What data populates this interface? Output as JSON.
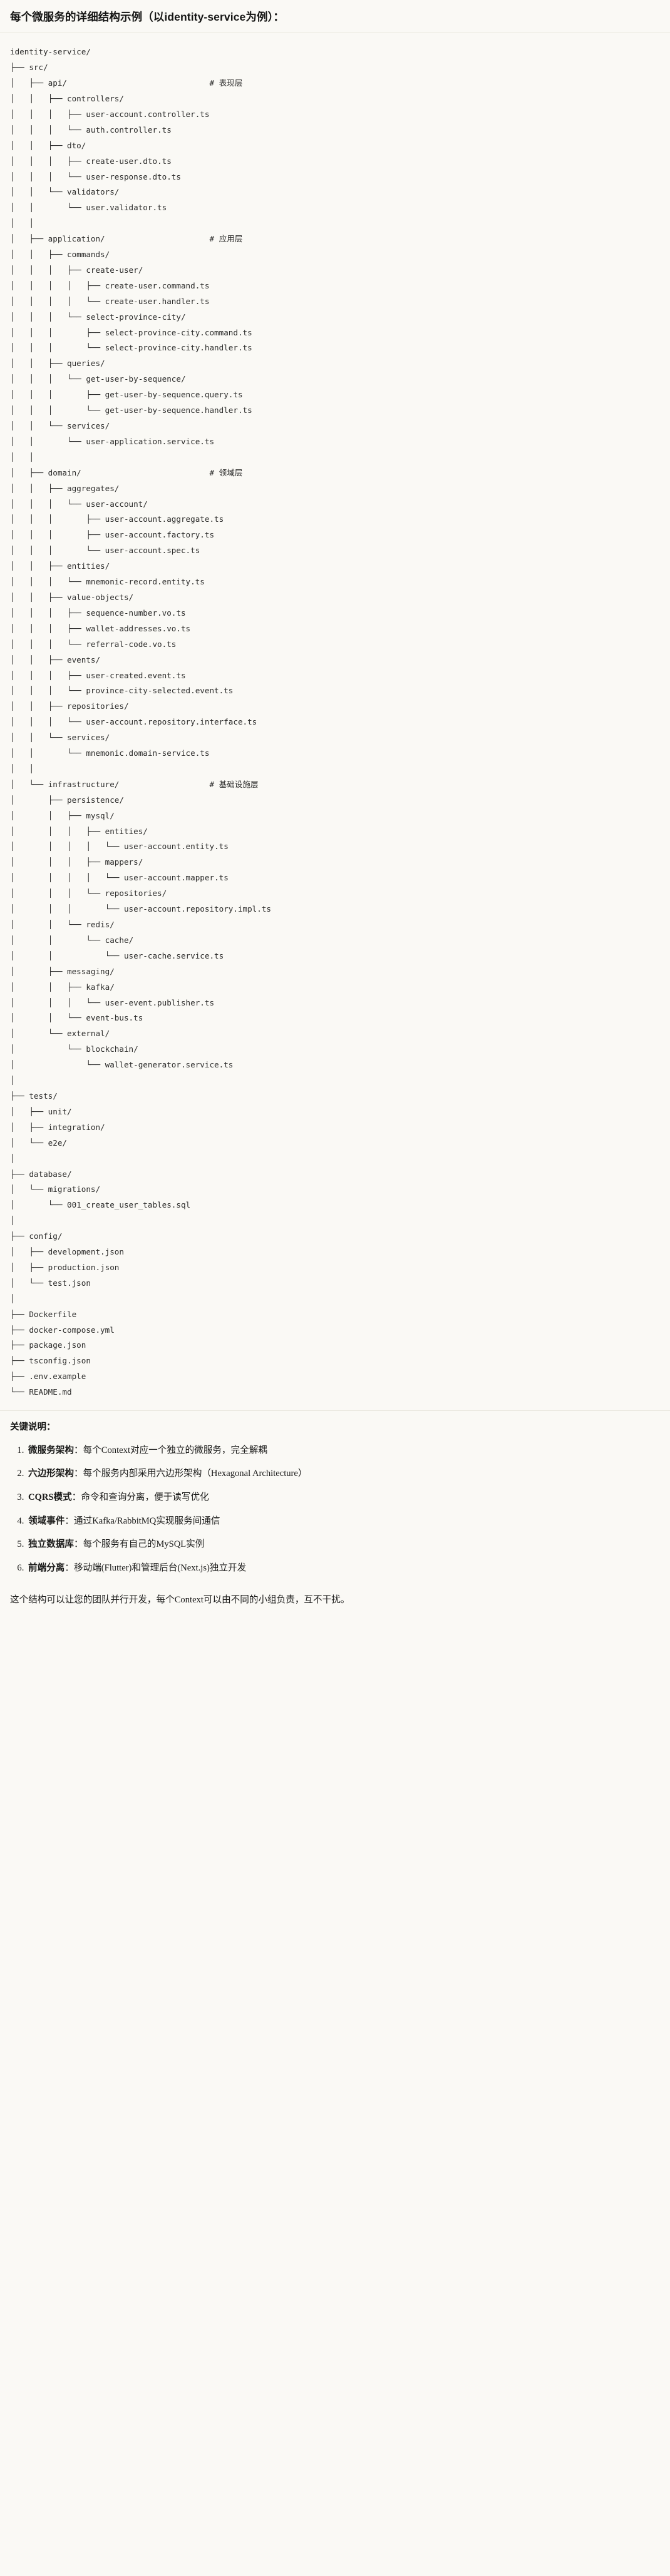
{
  "header": {
    "title": "每个微服务的详细结构示例（以identity-service为例）："
  },
  "tree": {
    "root": "identity-service/",
    "text": "identity-service/\n├── src/\n│   ├── api/                              # 表现层\n│   │   ├── controllers/\n│   │   │   ├── user-account.controller.ts\n│   │   │   └── auth.controller.ts\n│   │   ├── dto/\n│   │   │   ├── create-user.dto.ts\n│   │   │   └── user-response.dto.ts\n│   │   └── validators/\n│   │       └── user.validator.ts\n│   │\n│   ├── application/                      # 应用层\n│   │   ├── commands/\n│   │   │   ├── create-user/\n│   │   │   │   ├── create-user.command.ts\n│   │   │   │   └── create-user.handler.ts\n│   │   │   └── select-province-city/\n│   │   │       ├── select-province-city.command.ts\n│   │   │       └── select-province-city.handler.ts\n│   │   ├── queries/\n│   │   │   └── get-user-by-sequence/\n│   │   │       ├── get-user-by-sequence.query.ts\n│   │   │       └── get-user-by-sequence.handler.ts\n│   │   └── services/\n│   │       └── user-application.service.ts\n│   │\n│   ├── domain/                           # 领域层\n│   │   ├── aggregates/\n│   │   │   └── user-account/\n│   │   │       ├── user-account.aggregate.ts\n│   │   │       ├── user-account.factory.ts\n│   │   │       └── user-account.spec.ts\n│   │   ├── entities/\n│   │   │   └── mnemonic-record.entity.ts\n│   │   ├── value-objects/\n│   │   │   ├── sequence-number.vo.ts\n│   │   │   ├── wallet-addresses.vo.ts\n│   │   │   └── referral-code.vo.ts\n│   │   ├── events/\n│   │   │   ├── user-created.event.ts\n│   │   │   └── province-city-selected.event.ts\n│   │   ├── repositories/\n│   │   │   └── user-account.repository.interface.ts\n│   │   └── services/\n│   │       └── mnemonic.domain-service.ts\n│   │\n│   └── infrastructure/                   # 基础设施层\n│       ├── persistence/\n│       │   ├── mysql/\n│       │   │   ├── entities/\n│       │   │   │   └── user-account.entity.ts\n│       │   │   ├── mappers/\n│       │   │   │   └── user-account.mapper.ts\n│       │   │   └── repositories/\n│       │   │       └── user-account.repository.impl.ts\n│       │   └── redis/\n│       │       └── cache/\n│       │           └── user-cache.service.ts\n│       ├── messaging/\n│       │   ├── kafka/\n│       │   │   └── user-event.publisher.ts\n│       │   └── event-bus.ts\n│       └── external/\n│           └── blockchain/\n│               └── wallet-generator.service.ts\n│\n├── tests/\n│   ├── unit/\n│   ├── integration/\n│   └── e2e/\n│\n├── database/\n│   └── migrations/\n│       └── 001_create_user_tables.sql\n│\n├── config/\n│   ├── development.json\n│   ├── production.json\n│   └── test.json\n│\n├── Dockerfile\n├── docker-compose.yml\n├── package.json\n├── tsconfig.json\n├── .env.example\n└── README.md",
    "layer_comments": [
      "# 表现层",
      "# 应用层",
      "# 领域层",
      "# 基础设施层"
    ]
  },
  "notes": {
    "heading": "关键说明：",
    "items": [
      {
        "term": "微服务架构",
        "sep": "：",
        "text": "每个Context对应一个独立的微服务，完全解耦"
      },
      {
        "term": "六边形架构",
        "sep": "：",
        "text": "每个服务内部采用六边形架构（Hexagonal Architecture）"
      },
      {
        "term": "CQRS模式",
        "sep": "：",
        "text": "命令和查询分离，便于读写优化"
      },
      {
        "term": "领域事件",
        "sep": "：",
        "text": "通过Kafka/RabbitMQ实现服务间通信"
      },
      {
        "term": "独立数据库",
        "sep": "：",
        "text": "每个服务有自己的MySQL实例"
      },
      {
        "term": "前端分离",
        "sep": "：",
        "text": "移动端(Flutter)和管理后台(Next.js)独立开发"
      }
    ],
    "closing": "这个结构可以让您的团队并行开发，每个Context可以由不同的小组负责，互不干扰。"
  },
  "colors": {
    "background": "#faf9f5",
    "text": "#1a1a19",
    "code_text": "#2c2c2b",
    "rule": "#e8e6dd"
  }
}
